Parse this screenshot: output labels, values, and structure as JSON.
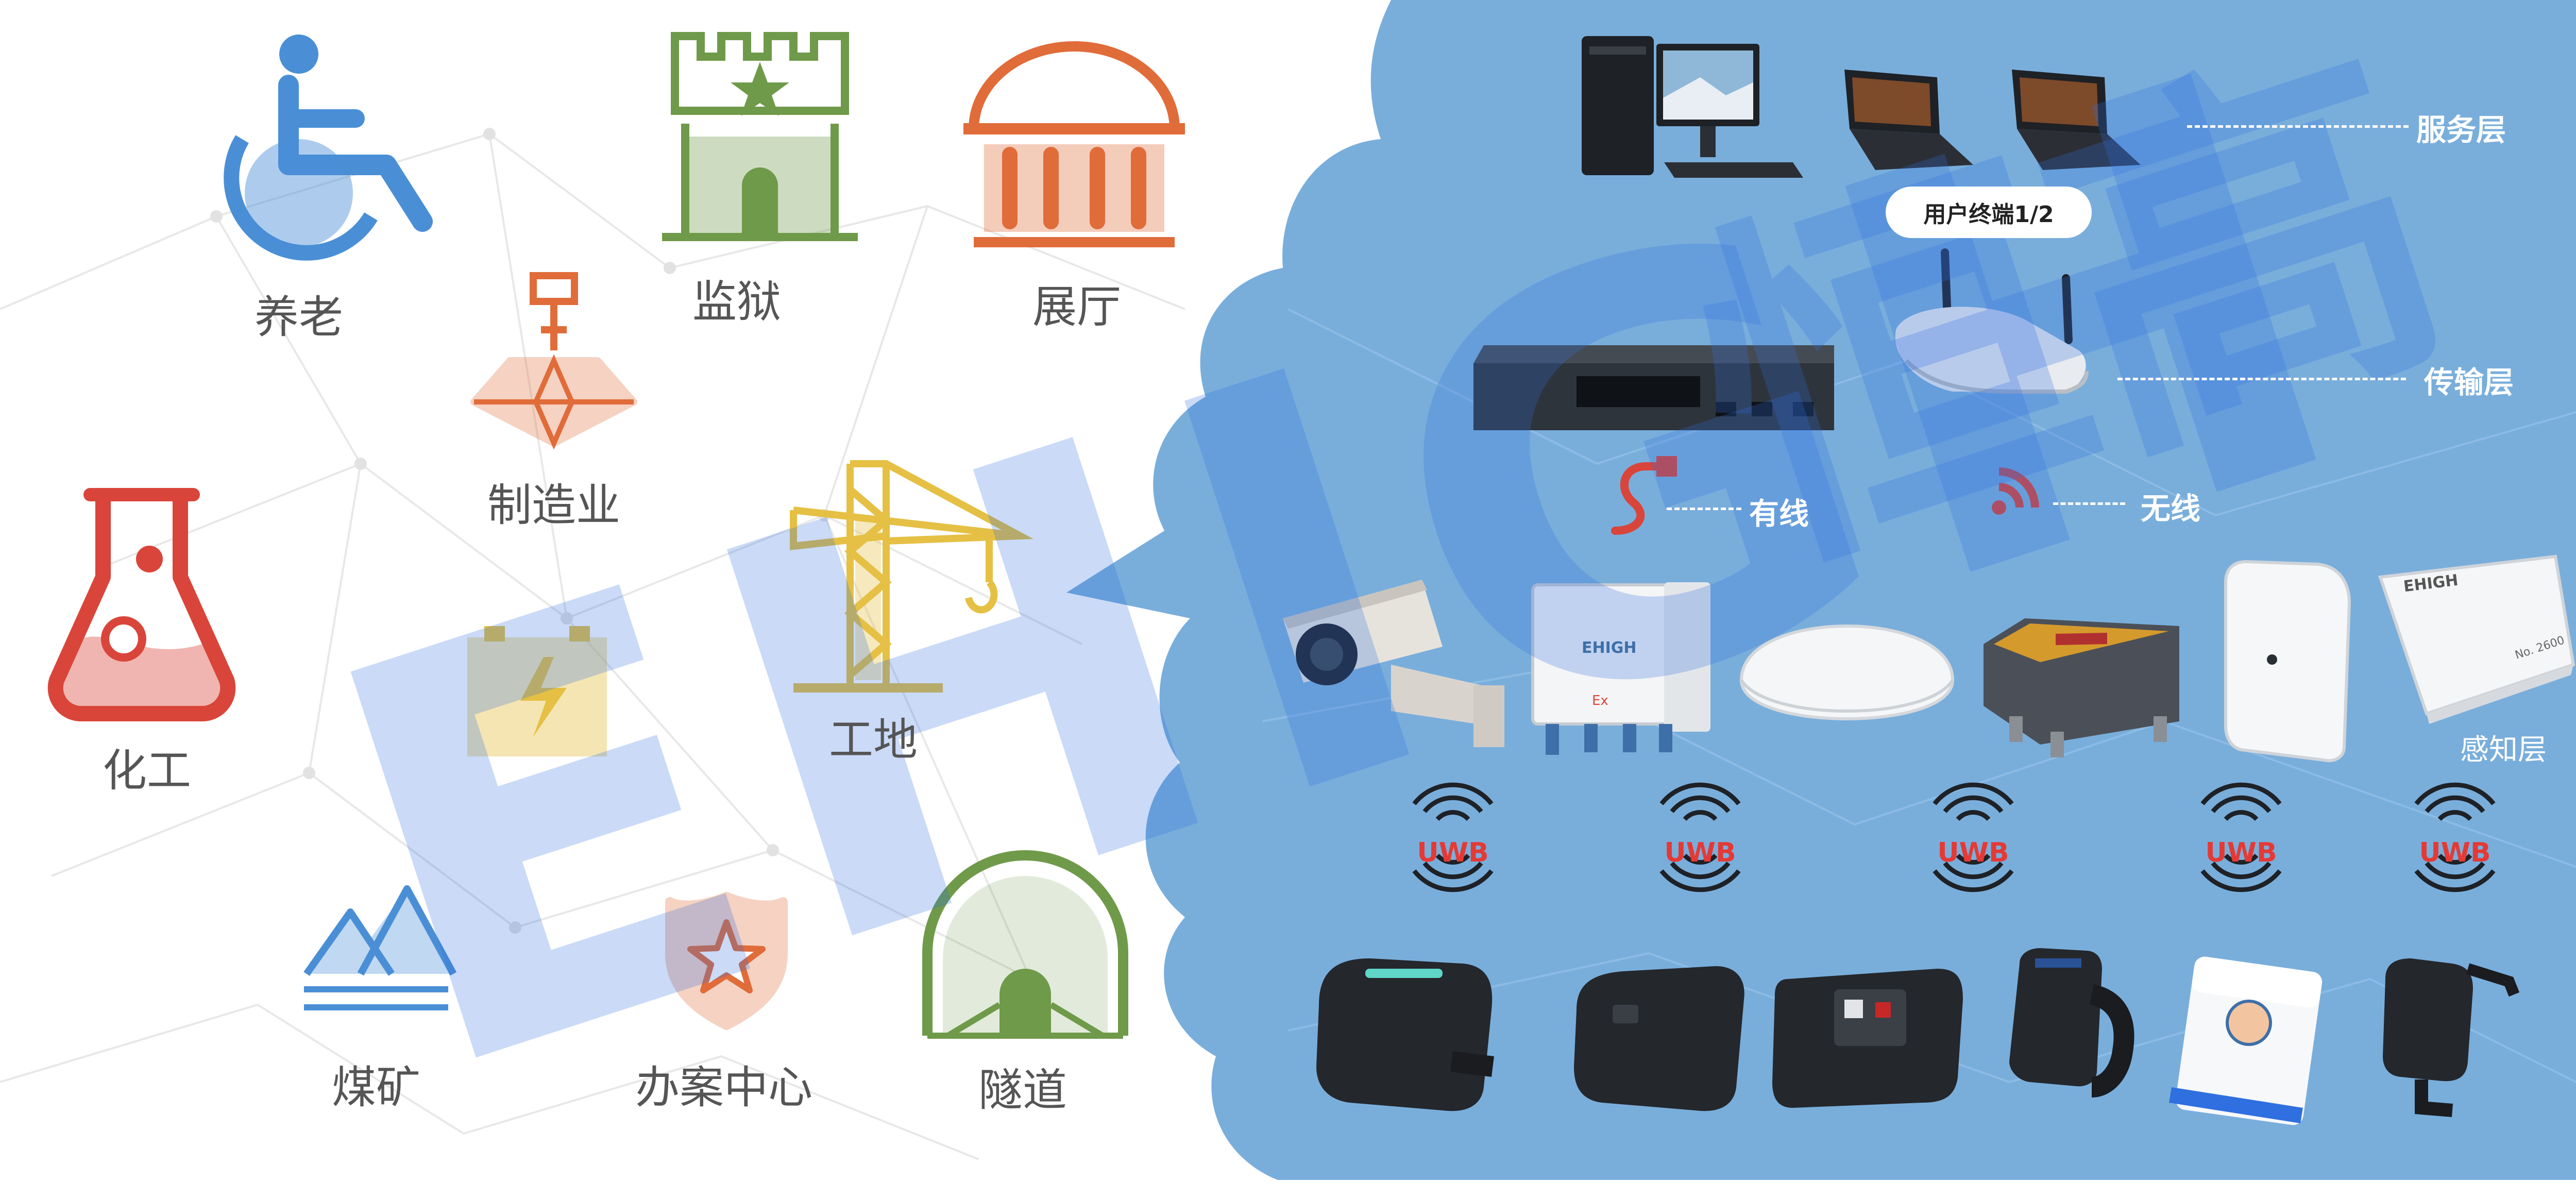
{
  "watermark": {
    "latin": "EHIGH",
    "cn": "恒高"
  },
  "applications": [
    {
      "name": "养老",
      "icon": "wheelchair-icon"
    },
    {
      "name": "监狱",
      "icon": "prison-icon"
    },
    {
      "name": "展厅",
      "icon": "exhibition-hall-icon"
    },
    {
      "name": "制造业",
      "icon": "manufacturing-icon"
    },
    {
      "name": "化工",
      "icon": "flask-icon"
    },
    {
      "name": "工地",
      "icon": "crane-icon"
    },
    {
      "name": "煤矿",
      "icon": "mountain-mine-icon"
    },
    {
      "name": "办案中心",
      "icon": "police-badge-icon"
    },
    {
      "name": "隧道",
      "icon": "tunnel-icon"
    },
    {
      "name": "",
      "icon": "battery-icon"
    }
  ],
  "layers": {
    "service": "服务层",
    "transport": "传输层",
    "perception": "感知层"
  },
  "user_terminal_label": "用户终端1/2",
  "links": {
    "wired": "有线",
    "wireless": "无线"
  },
  "uwb_label": "UWB",
  "device_text": {
    "anchor_brand": "EHIGH",
    "anchor_ex": "Ex",
    "box_brand": "EHIGH",
    "box_no": "No. 2600"
  },
  "colors": {
    "cloud": "#79aedb",
    "blue_icon": "#4a8fd6",
    "green_icon": "#6f9a4a",
    "orange_icon": "#e06c3a",
    "red_icon": "#d9453a",
    "yellow_icon": "#e5c044",
    "uwb_red": "#e53935"
  }
}
